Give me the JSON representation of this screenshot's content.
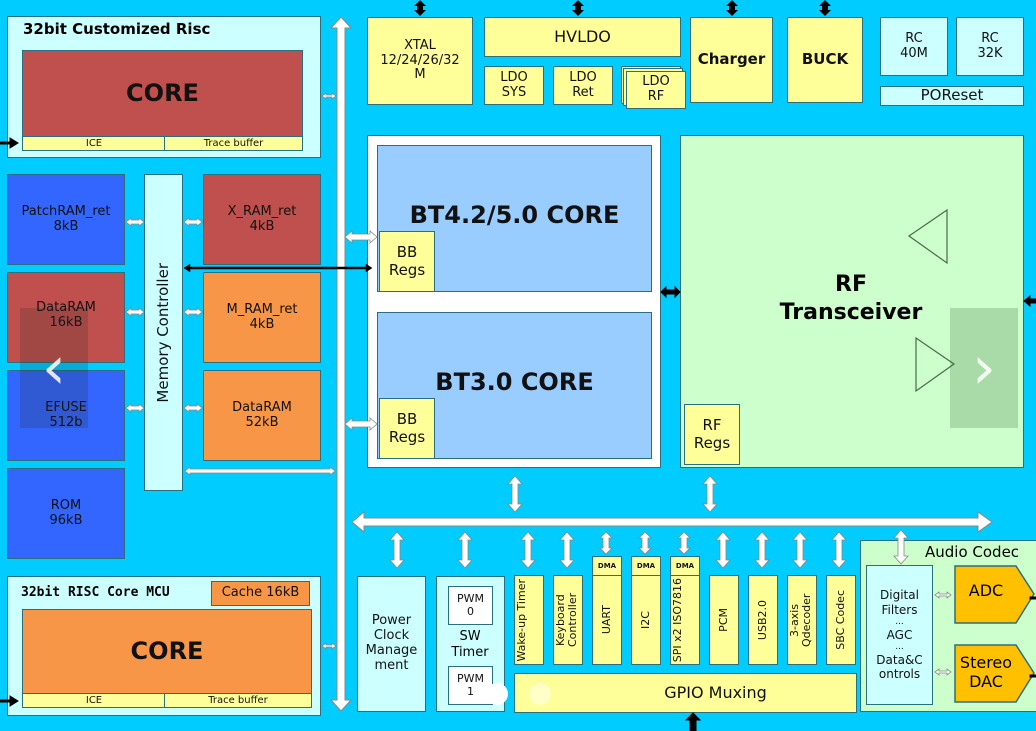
{
  "diagram": {
    "cpu1": {
      "title": "32bit Customized Risc",
      "core": "CORE",
      "ice": "ICE",
      "trace": "Trace buffer"
    },
    "cpu2": {
      "title": "32bit RISC Core MCU",
      "cache": "Cache 16kB",
      "core": "CORE",
      "ice": "ICE",
      "trace": "Trace buffer"
    },
    "memory": {
      "controller": "Memory Controller",
      "patchram": [
        "PatchRAM_ret",
        "8kB"
      ],
      "dataram16": [
        "DataRAM",
        "16kB"
      ],
      "efuse": [
        "EFUSE",
        "512b"
      ],
      "rom": [
        "ROM",
        "96kB"
      ],
      "xram": [
        "X_RAM_ret",
        "4kB"
      ],
      "mram": [
        "M_RAM_ret",
        "4kB"
      ],
      "dataram52": [
        "DataRAM",
        "52kB"
      ]
    },
    "power": {
      "xtal": [
        "XTAL",
        "12/24/26/32",
        "M"
      ],
      "hvldo": "HVLDO",
      "ldo_sys": [
        "LDO",
        "SYS"
      ],
      "ldo_ret": [
        "LDO",
        "Ret"
      ],
      "ldo_rf": [
        "LDO",
        "RF"
      ],
      "charger": "Charger",
      "buck": "BUCK",
      "rc40": [
        "RC",
        "40M"
      ],
      "rc32": [
        "RC",
        "32K"
      ],
      "poreset": "POReset"
    },
    "bt": {
      "bt42": "BT4.2/5.0 CORE",
      "bt30": "BT3.0 CORE",
      "bbregs": [
        "BB",
        "Regs"
      ]
    },
    "rf": {
      "title": [
        "RF",
        "Transceiver"
      ],
      "regs": [
        "RF",
        "Regs"
      ]
    },
    "peripherals": {
      "pcm_mgmt": [
        "Power",
        "Clock",
        "Manage",
        "ment"
      ],
      "sw_timer": [
        "SW",
        "Timer"
      ],
      "pwm0": [
        "PWM",
        "0"
      ],
      "pwm1": [
        "PWM",
        "1"
      ],
      "dma": "DMA",
      "wakeup": "Wake-up Timer",
      "keyboard": "Keyboard Controller",
      "uart": "UART",
      "i2c": "I2C",
      "spi": "SPI x2 ISO7816",
      "pcm": "PCM",
      "usb": "USB2.0",
      "qdec": "3-axis Qdecoder",
      "sbc": "SBC Codec",
      "gpio": "GPIO Muxing"
    },
    "audio": {
      "title": "Audio Codec",
      "filters": [
        "Digital",
        "Filters",
        "...",
        "AGC",
        "...",
        "Data&C",
        "ontrols"
      ],
      "adc": "ADC",
      "dac": [
        "Stereo",
        "DAC"
      ]
    }
  },
  "carousel": {
    "prev_icon": "‹",
    "next_icon": "›",
    "slides_total": 2,
    "active_slide": 1
  }
}
